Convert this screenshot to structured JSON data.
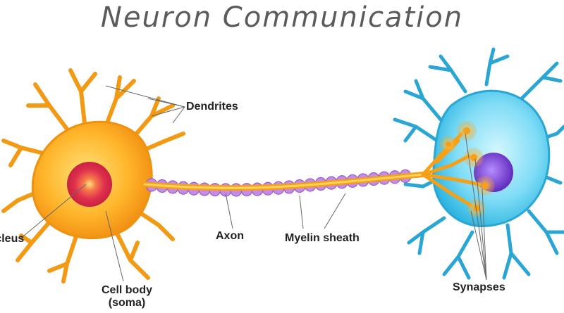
{
  "title": "Neuron Communication",
  "labels": {
    "dendrites": "Dendrites",
    "nucleus": "Nucleus",
    "axon": "Axon",
    "myelin_sheath": "Myelin sheath",
    "cell_body_line1": "Cell body",
    "cell_body_line2": "(soma)",
    "synapses": "Synapses"
  },
  "colors": {
    "neuron_orange": "#f7a21b",
    "neuron_orange_light": "#ffd24a",
    "nucleus_red": "#e0304e",
    "myelin_purple": "#c48ce8",
    "receiving_neuron_blue": "#35c3ec",
    "receiving_neuron_light": "#a8ecfb",
    "receiving_nucleus_purple": "#7a3fd6",
    "label_line": "#666666"
  },
  "icons": [
    "neuron-diagram"
  ]
}
